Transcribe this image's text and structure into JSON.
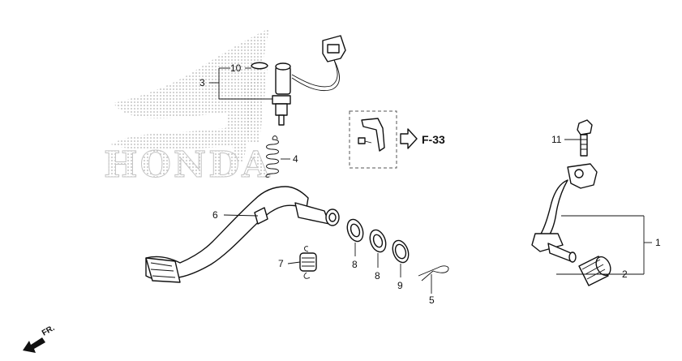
{
  "watermark": {
    "text": "HONDA",
    "color": "#b8b8b8"
  },
  "callouts": {
    "c1": "1",
    "c2": "2",
    "c3": "3",
    "c4": "4",
    "c5": "5",
    "c6": "6",
    "c7": "7",
    "c8a": "8",
    "c8b": "8",
    "c9": "9",
    "c10": "10",
    "c11": "11"
  },
  "reference": {
    "label": "F-33"
  },
  "direction": {
    "label": "FR.",
    "icon": "front-arrow-icon"
  },
  "colors": {
    "line": "#111111",
    "dots": "#b3b3b3",
    "dashed_box": "#555555"
  }
}
